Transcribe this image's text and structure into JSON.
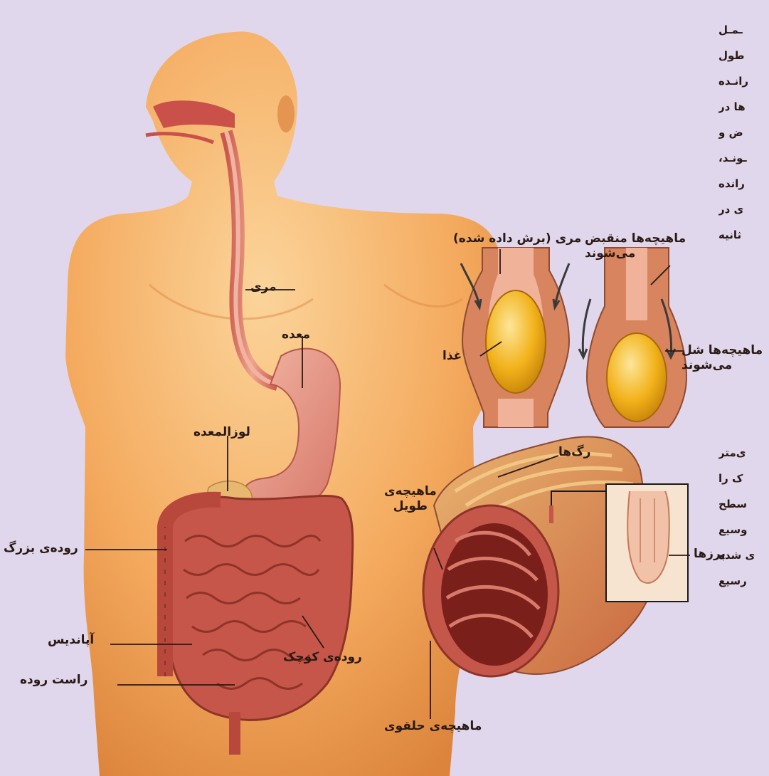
{
  "labels": {
    "esophagus": "مری",
    "stomach": "معده",
    "pancreas": "لوزالمعده",
    "large_intestine": "روده‌ی بزرگ",
    "appendix": "آپاندیس",
    "rectum": "راست روده",
    "small_intestine": "روده‌ی کوچک",
    "esophagus_cut": "مری (برش داده شده)",
    "muscles_contract": "ماهیچه‌ها منقبض\nمی‌شوند",
    "food": "غذا",
    "muscles_relax": "ماهیچه‌ها شل\nمی‌شوند",
    "blood_vessels": "رگ‌ها",
    "longitudinal_muscle": "ماهیچه‌ی\nطویل",
    "circular_muscle": "ماهیچه‌ی حلقوی",
    "villi": "پرزها"
  },
  "side_text_top": [
    "ـمـل",
    "طول",
    "رانـده",
    "ها در",
    "ض و",
    "ـونـد،",
    "رانده",
    "ی در",
    "ثانیه"
  ],
  "side_text_bottom": [
    "ی‌متر",
    "ک را",
    "سطح",
    "وسیع",
    "ی شده",
    "رسیع"
  ],
  "colors": {
    "background": "#e0d7ec",
    "skin": "#f6b46a",
    "organ": "#c8584a",
    "food": "#f2b21a"
  }
}
